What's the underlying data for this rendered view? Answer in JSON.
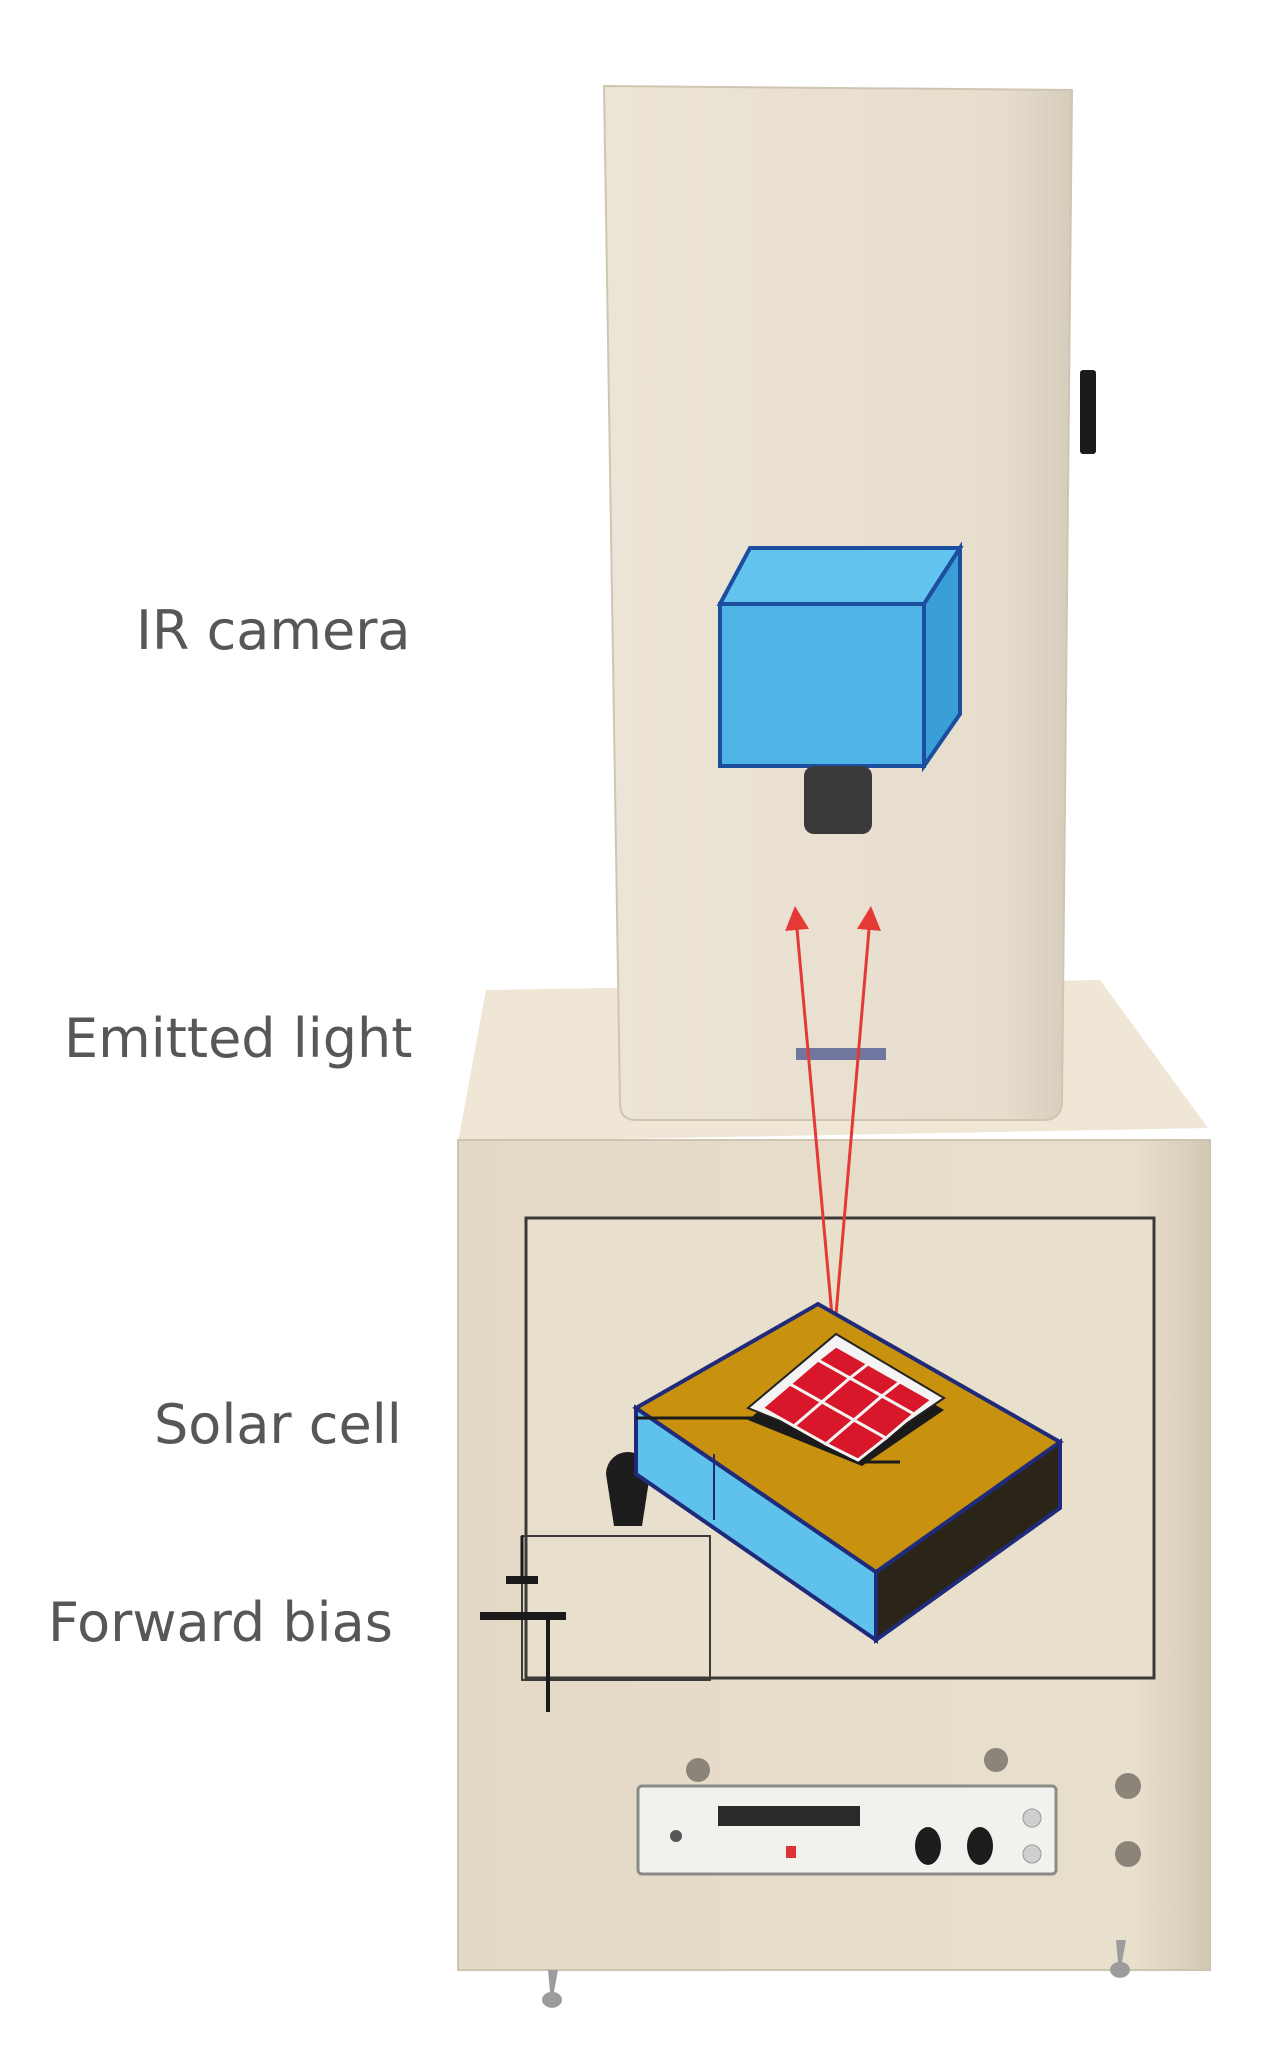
{
  "labels": {
    "ir_camera": "IR camera",
    "emitted_light": "Emitted light",
    "solar_cell": "Solar cell",
    "forward_bias": "Forward bias"
  },
  "colors": {
    "cabinet": "#e6dccb",
    "camera_blue": "#4fb3e6",
    "camera_lens": "#3a3a3a",
    "light_ray": "#e53935",
    "stage_gold": "#c8920f",
    "stage_side_blue": "#5ec2ec",
    "stage_side_dark": "#2b2418",
    "stage_outline": "#1f2a7a",
    "cell_red": "#d8182a",
    "wire": "#1a1a1a"
  },
  "icons": {
    "camera": "ir-camera-cube-icon",
    "cell": "solar-cell-icon",
    "battery": "battery-symbol-icon"
  }
}
